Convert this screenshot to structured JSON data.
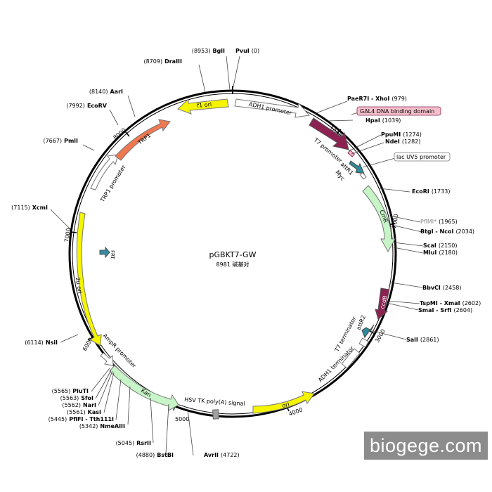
{
  "map": {
    "name": "pGBKT7-GW",
    "size_label": "8981 碱基对"
  },
  "sites": [
    {
      "name": "PvuI",
      "pos": "(0)"
    },
    {
      "name": "BglI",
      "pos": "(8953)"
    },
    {
      "name": "DraIII",
      "pos": "(8709)"
    },
    {
      "name": "AarI",
      "pos": "(8140)"
    },
    {
      "name": "EcoRV",
      "pos": "(7992)"
    },
    {
      "name": "PmlI",
      "pos": "(7667)"
    },
    {
      "name": "XcmI",
      "pos": "(7115)"
    },
    {
      "name": "NsiI",
      "pos": "(6114)"
    },
    {
      "name": "PluTI",
      "pos": "(5565)"
    },
    {
      "name": "SfoI",
      "pos": "(5563)"
    },
    {
      "name": "NarI",
      "pos": "(5562)"
    },
    {
      "name": "KasI",
      "pos": "(5561)"
    },
    {
      "name": "PflFI - Tth111I",
      "pos": "(5445)"
    },
    {
      "name": "NmeAIII",
      "pos": "(5342)"
    },
    {
      "name": "RsrII",
      "pos": "(5045)"
    },
    {
      "name": "BstBI",
      "pos": "(4880)"
    },
    {
      "name": "AvrII",
      "pos": "(4722)"
    },
    {
      "name": "PaeR7I - XhoI",
      "pos": "(979)"
    },
    {
      "name": "HpaI",
      "pos": "(1039)"
    },
    {
      "name": "PpuMI",
      "pos": "(1274)"
    },
    {
      "name": "NdeI",
      "pos": "(1282)"
    },
    {
      "name": "EcoRI",
      "pos": "(1733)"
    },
    {
      "name": "PflMI*",
      "pos": "(1965)"
    },
    {
      "name": "BtgI - NcoI",
      "pos": "(2034)"
    },
    {
      "name": "ScaI",
      "pos": "(2150)"
    },
    {
      "name": "MluI",
      "pos": "(2180)"
    },
    {
      "name": "BbvCI",
      "pos": "(2458)"
    },
    {
      "name": "TspMI - XmaI",
      "pos": "(2602)"
    },
    {
      "name": "SmaI - SrfI",
      "pos": "(2604)"
    },
    {
      "name": "SalI",
      "pos": "(2861)"
    }
  ],
  "boxed_labels": {
    "gal4": "GAL4 DNA binding domain",
    "lacuv5": "lac UV5 promoter"
  },
  "features": {
    "f1_ori": "f1 ori",
    "adh1_promoter": "ADH1 promoter",
    "t7_promoter": "T7 promoter",
    "attr1": "attR1",
    "myc": "Myc",
    "cmr": "CmR",
    "ccdb": "ccdB",
    "attr2": "attR2",
    "t7_terminator": "T7 terminator",
    "adh1_terminator": "ADH1 terminator",
    "ori": "ori",
    "hsv": "HSV TK poly(A) signal",
    "kan": "Kan",
    "ampr_promoter": "AmpR promoter",
    "two_mu_ori": "2μ ori",
    "frt": "FRT",
    "trp1": "TRP1",
    "trp1_promoter": "TRP1 promoter"
  },
  "ticks": [
    "1000",
    "2000",
    "3000",
    "4000",
    "5000",
    "6000",
    "7000",
    "8000"
  ],
  "watermark": "biogege.com",
  "colors": {
    "f1_ori": "#f5f500",
    "two_mu_ori": "#f5f500",
    "ori": "#f5f500",
    "promoter": "#ffffff",
    "t7_promoter": "#8b2252",
    "ccdb": "#8b2252",
    "cmr": "#c8f5c8",
    "kan": "#c8f5c8",
    "trp1": "#f07850",
    "myc": "#2e8b9a",
    "frt": "#3c8ca0",
    "gal4_box": "#f5c0cc",
    "hsv": "#a0a0a0",
    "pflmi_text": "#888888"
  }
}
